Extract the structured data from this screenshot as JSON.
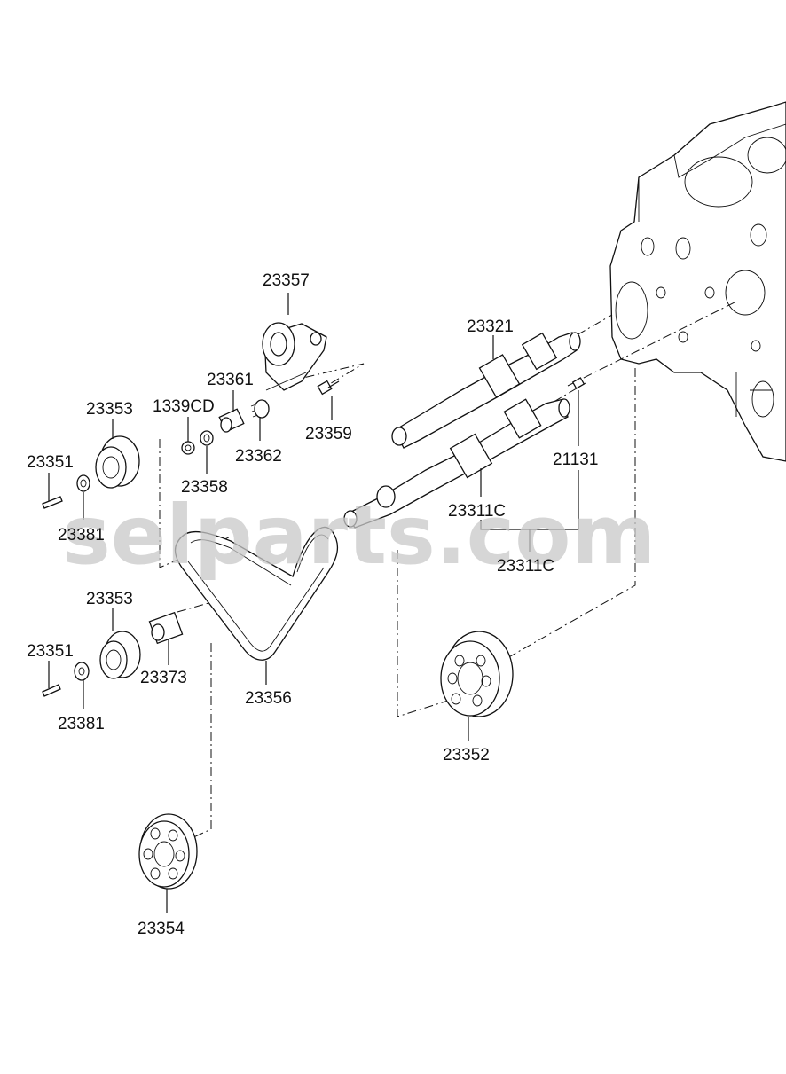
{
  "watermark": "selparts.com",
  "labels": {
    "p23357": "23357",
    "p23321": "23321",
    "p23361": "23361",
    "p23353_top": "23353",
    "p1339CD": "1339CD",
    "p23362": "23362",
    "p23359": "23359",
    "p21131": "21131",
    "p23351_top": "23351",
    "p23358": "23358",
    "p23381_top": "23381",
    "p23311C_a": "23311C",
    "p23311C_b": "23311C",
    "p23353_bot": "23353",
    "p23351_bot": "23351",
    "p23373": "23373",
    "p23381_bot": "23381",
    "p23356": "23356",
    "p23352": "23352",
    "p23354": "23354"
  }
}
